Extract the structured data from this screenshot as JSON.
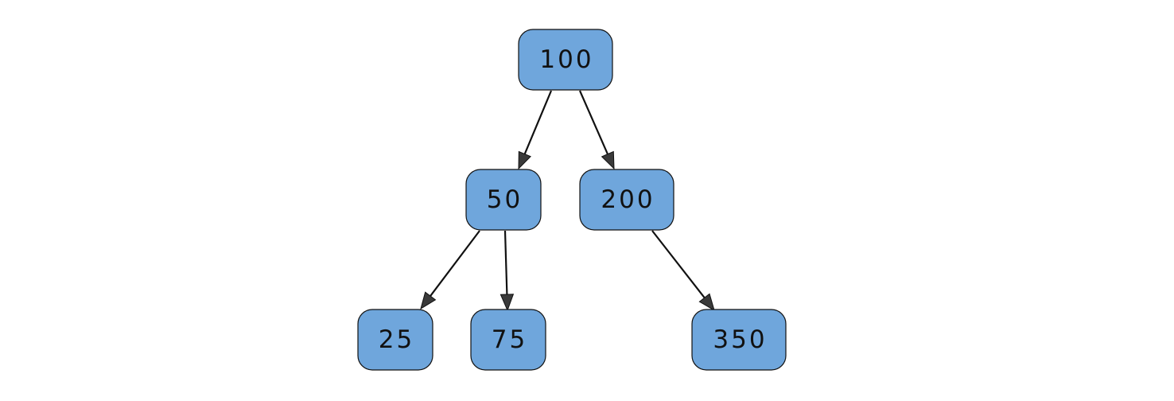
{
  "diagram": {
    "node_fill": "#6fa6dc",
    "node_stroke": "#111111",
    "nodes": [
      {
        "id": "n100",
        "label": "100"
      },
      {
        "id": "n50",
        "label": "50"
      },
      {
        "id": "n200",
        "label": "200"
      },
      {
        "id": "n25",
        "label": "25"
      },
      {
        "id": "n75",
        "label": "75"
      },
      {
        "id": "n350",
        "label": "350"
      }
    ],
    "edges": [
      {
        "from": "n100",
        "to": "n50"
      },
      {
        "from": "n100",
        "to": "n200"
      },
      {
        "from": "n50",
        "to": "n25"
      },
      {
        "from": "n50",
        "to": "n75"
      },
      {
        "from": "n200",
        "to": "n350"
      }
    ]
  }
}
